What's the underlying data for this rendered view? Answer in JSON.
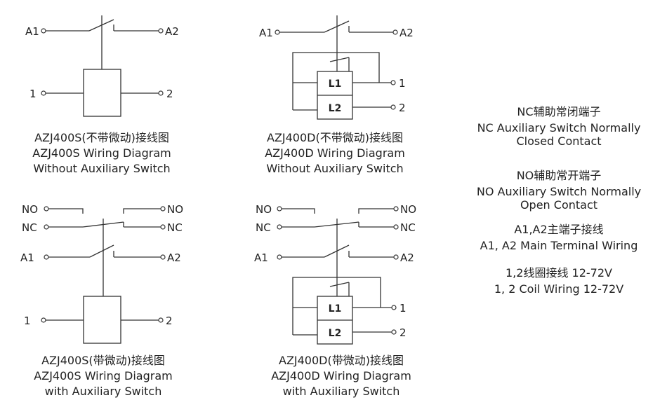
{
  "terminals": {
    "a1": "A1",
    "a2": "A2",
    "one": "1",
    "two": "2",
    "no": "NO",
    "nc": "NC"
  },
  "coils": {
    "l1": "L1",
    "l2": "L2"
  },
  "captions": {
    "d1": [
      "AZJ400S(不带微动)接线图",
      "AZJ400S Wiring Diagram",
      "Without Auxiliary Switch"
    ],
    "d2": [
      "AZJ400D(不带微动)接线图",
      "AZJ400D Wiring Diagram",
      "Without Auxiliary Switch"
    ],
    "d3": [
      "AZJ400S(带微动)接线图",
      "AZJ400S Wiring Diagram",
      "with Auxiliary Switch"
    ],
    "d4": [
      "AZJ400D(带微动)接线图",
      "AZJ400D Wiring Diagram",
      "with Auxiliary Switch"
    ]
  },
  "legend": {
    "nc": [
      "NC辅助常闭端子",
      "NC Auxiliary Switch Normally",
      "Closed Contact"
    ],
    "no": [
      "NO辅助常开端子",
      "NO Auxiliary Switch Normally",
      "Open Contact"
    ],
    "main": [
      "A1,A2主端子接线",
      "A1, A2 Main Terminal Wiring"
    ],
    "coil": [
      "1,2线圈接线  12-72V",
      "1, 2 Coil Wiring  12-72V"
    ]
  }
}
